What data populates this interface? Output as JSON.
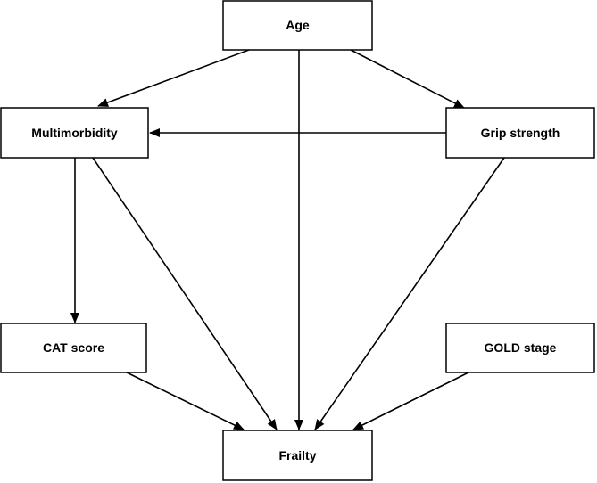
{
  "diagram": {
    "nodes": [
      {
        "id": "age",
        "label": "Age"
      },
      {
        "id": "multimorbidity",
        "label": "Multimorbidity"
      },
      {
        "id": "grip",
        "label": "Grip strength"
      },
      {
        "id": "cat",
        "label": "CAT score"
      },
      {
        "id": "gold",
        "label": "GOLD stage"
      },
      {
        "id": "frailty",
        "label": "Frailty"
      }
    ],
    "edges": [
      {
        "from": "age",
        "to": "multimorbidity"
      },
      {
        "from": "age",
        "to": "grip"
      },
      {
        "from": "age",
        "to": "frailty"
      },
      {
        "from": "grip",
        "to": "multimorbidity"
      },
      {
        "from": "multimorbidity",
        "to": "cat"
      },
      {
        "from": "multimorbidity",
        "to": "frailty"
      },
      {
        "from": "grip",
        "to": "frailty"
      },
      {
        "from": "cat",
        "to": "frailty"
      },
      {
        "from": "gold",
        "to": "frailty"
      }
    ],
    "colors": {
      "stroke": "#000000",
      "fill": "#ffffff",
      "text": "#000000"
    }
  }
}
